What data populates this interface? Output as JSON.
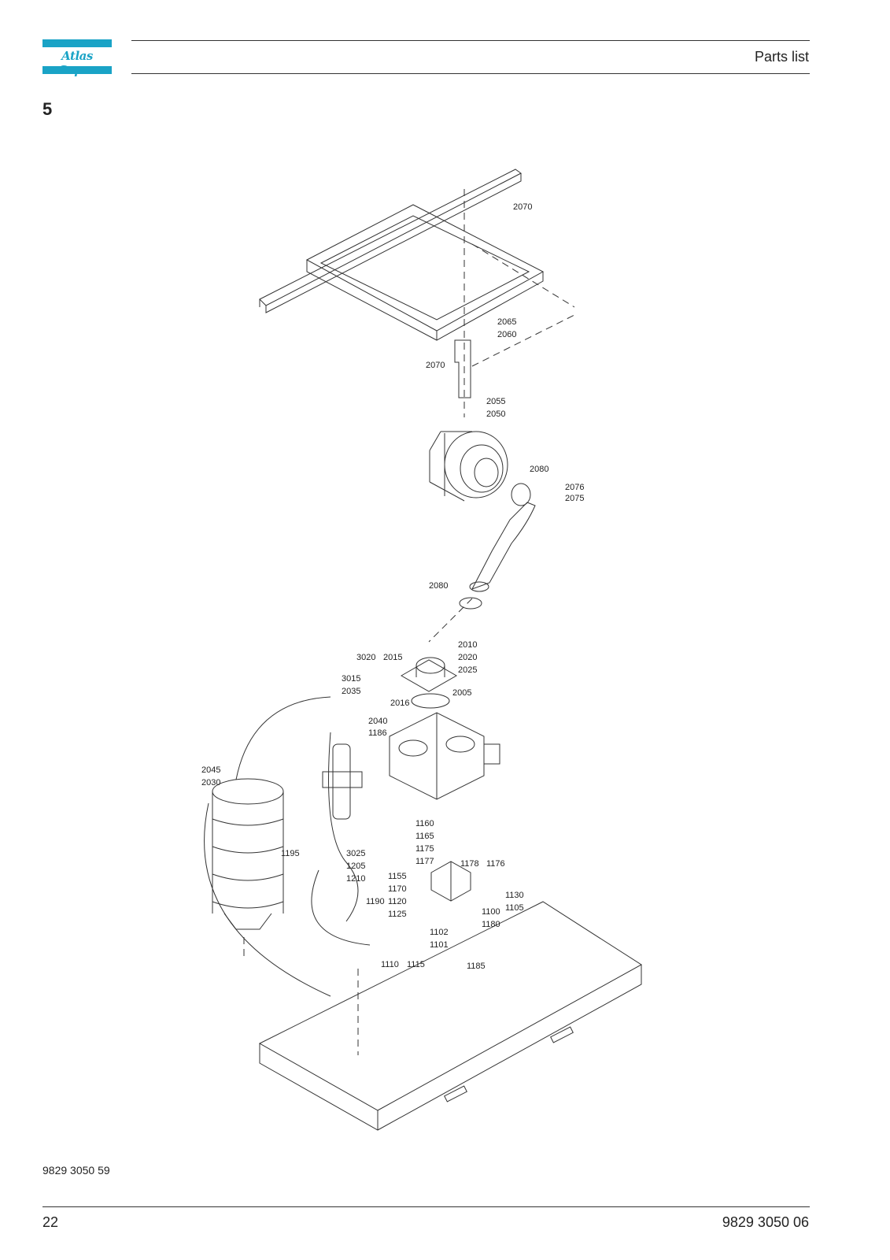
{
  "header": {
    "logo_text": "Atlas Copco",
    "title": "Parts list"
  },
  "section": {
    "number": "5"
  },
  "callouts": [
    "2070",
    "2065",
    "2060",
    "2070",
    "2055",
    "2050",
    "2080",
    "2076",
    "2075",
    "2080",
    "2010",
    "3020",
    "2015",
    "2020",
    "2025",
    "3015",
    "2035",
    "2016",
    "2005",
    "2040",
    "1186",
    "2045",
    "2030",
    "1160",
    "1165",
    "1175",
    "1177",
    "1178",
    "1176",
    "1195",
    "3025",
    "1205",
    "1210",
    "1155",
    "1170",
    "1190",
    "1120",
    "1125",
    "1130",
    "1100",
    "1105",
    "1180",
    "1102",
    "1101",
    "1110",
    "1115",
    "1185"
  ],
  "footer": {
    "drawing_ref": "9829 3050 59",
    "page_number": "22",
    "document_number": "9829 3050 06"
  },
  "colors": {
    "brand": "#1aa3c6",
    "line": "#333333"
  }
}
